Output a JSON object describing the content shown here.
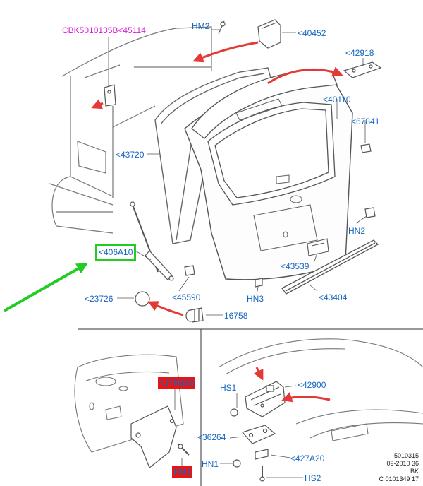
{
  "colors": {
    "label_blue": "#1565c0",
    "label_magenta": "#d81bd8",
    "arrow_red": "#e53935",
    "highlight_green": "#22cc22",
    "highlight_red_box": "#e51616",
    "line_gray": "#777777"
  },
  "top_labels": {
    "cbk": "CBK5010135B<45114",
    "hm2_top": "HM2",
    "p40452": "<40452",
    "p42918": "<42918",
    "p40110": "<40110",
    "p67841": "<67841",
    "p43720": "<43720",
    "hn2": "HN2",
    "p406a10": "<406A10",
    "p43539": "<43539",
    "p45590": "<45590",
    "hn3": "HN3",
    "p43404": "<43404",
    "p23726": "<23726",
    "p16758": "16758"
  },
  "bottom_left_labels": {
    "p17n356": "<17N356",
    "hm1": "HM1"
  },
  "bottom_right_labels": {
    "hs1": "HS1",
    "p42900": "<42900",
    "p36264": "<36264",
    "hn1": "HN1",
    "p427a20": "<427A20",
    "hs2": "HS2"
  },
  "doc_info": {
    "line1": "5010315",
    "line2": "09-2010 36",
    "line3": "BK",
    "line4": "C 0101349 17"
  },
  "icons": [
    "green-pointer-arrow",
    "red-callout-arrows",
    "gas-strut",
    "hinge",
    "latch",
    "bump-stop",
    "plug",
    "trim-strip",
    "handle-plate"
  ]
}
